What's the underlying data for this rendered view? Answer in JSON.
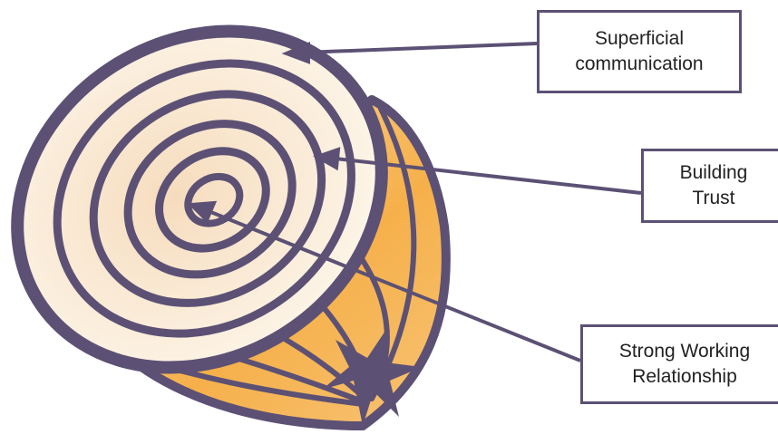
{
  "labels": {
    "superficial": "Superficial\ncommunication",
    "trust": "Building\nTrust",
    "strong": "Strong Working\nRelationship"
  },
  "colors": {
    "outline": "#5c5174",
    "ring_light": "#fdf6ea",
    "ring_mid": "#f6dcbd",
    "flesh_orange": "#f6b04a",
    "flesh_light": "#fbe0b4"
  }
}
